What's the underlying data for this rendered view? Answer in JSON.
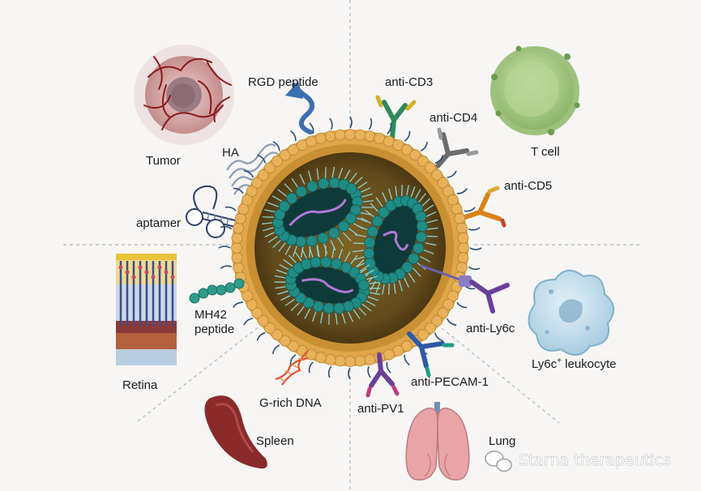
{
  "labels": {
    "tumor": "Tumor",
    "rgd": "RGD peptide",
    "ha": "HA",
    "aptamer": "aptamer",
    "anti_cd3": "anti-CD3",
    "anti_cd4": "anti-CD4",
    "anti_cd5": "anti-CD5",
    "t_cell": "T cell",
    "mh42": "MH42",
    "peptide": "peptide",
    "retina": "Retina",
    "anti_ly6c": "anti-Ly6c",
    "leuko_prefix": "Ly6c",
    "leuko_sup": "+",
    "leuko_suffix": " leukocyte",
    "g_rich": "G-rich DNA",
    "anti_pecam": "anti-PECAM-1",
    "anti_pv1": "anti-PV1",
    "spleen": "Spleen",
    "lung": "Lung"
  },
  "watermark": "Starna therapeutics",
  "icons": [
    "wechat-icon"
  ],
  "colors": {
    "background": "#f7f6f5",
    "lipid_head": "#e0a64a",
    "core": "#6b5320",
    "rna_bead": "#1f8c86",
    "peg_chain": "#2f4f74"
  }
}
